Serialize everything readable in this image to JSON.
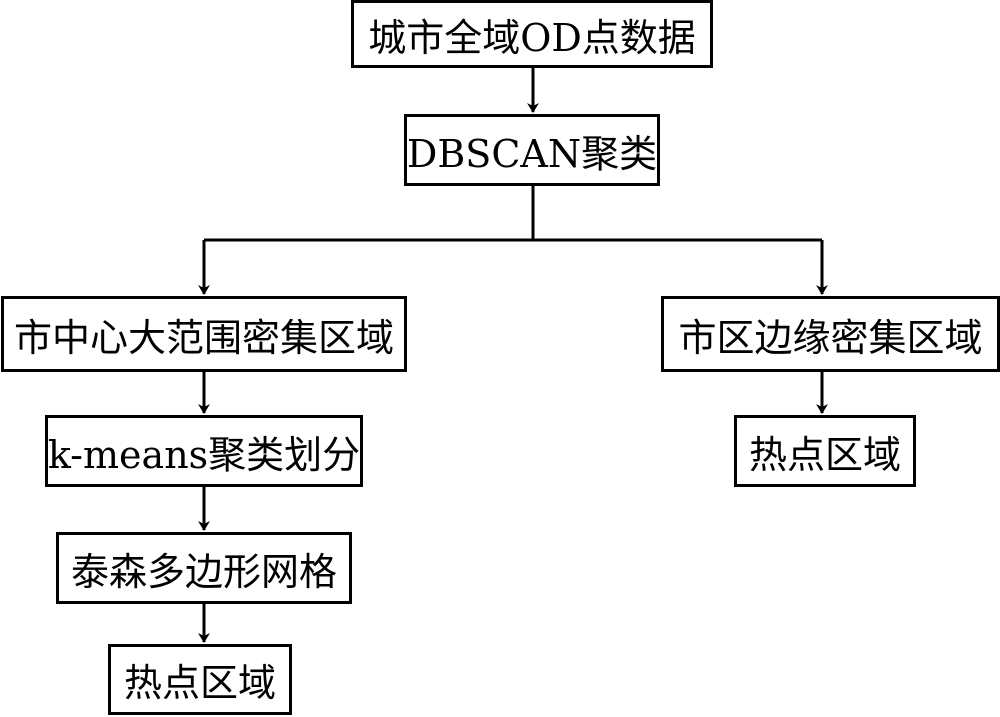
{
  "nodes": {
    "od_data": "城市全域OD点数据",
    "dbscan": "DBSCAN聚类",
    "center_region": "市中心大范围密集区域",
    "edge_region": "市区边缘密集区域",
    "kmeans": "k-means聚类划分",
    "hotspot_right": "热点区域",
    "thiessen": "泰森多边形网格",
    "hotspot_left": "热点区域"
  },
  "edges": [
    {
      "from": "od_data",
      "to": "dbscan"
    },
    {
      "from": "dbscan",
      "to": "center_region"
    },
    {
      "from": "dbscan",
      "to": "edge_region"
    },
    {
      "from": "center_region",
      "to": "kmeans"
    },
    {
      "from": "kmeans",
      "to": "thiessen"
    },
    {
      "from": "thiessen",
      "to": "hotspot_left"
    },
    {
      "from": "edge_region",
      "to": "hotspot_right"
    }
  ],
  "colors": {
    "stroke": "#000000",
    "fill": "#ffffff"
  }
}
